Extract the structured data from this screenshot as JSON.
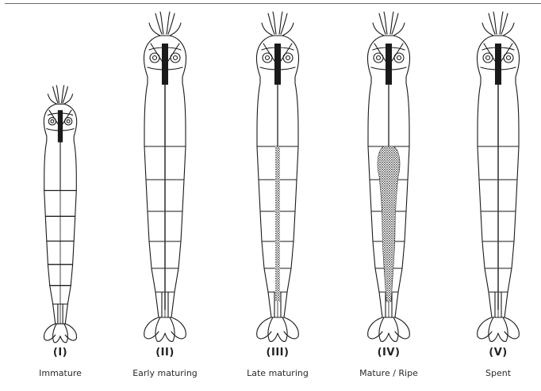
{
  "figure": {
    "stages": [
      {
        "numeral": "(I)",
        "name": "Immature",
        "gonad": "none"
      },
      {
        "numeral": "(II)",
        "name": "Early maturing",
        "gonad": "thin-line"
      },
      {
        "numeral": "(III)",
        "name": "Late maturing",
        "gonad": "narrow-band"
      },
      {
        "numeral": "(IV)",
        "name": "Mature / Ripe",
        "gonad": "large-mass"
      },
      {
        "numeral": "(V)",
        "name": "Spent",
        "gonad": "thin-line"
      }
    ],
    "colors": {
      "ink": "#1a1a1a",
      "gonad": "#3a3a3a",
      "rule": "#6a6a6a"
    }
  }
}
